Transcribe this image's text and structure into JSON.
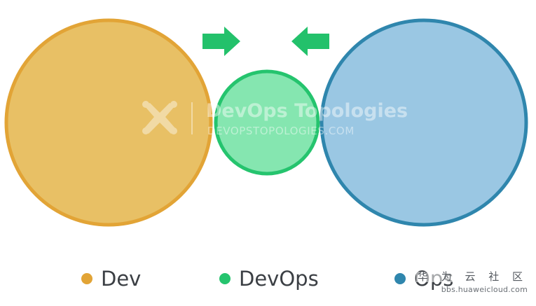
{
  "circles": [
    {
      "id": "dev",
      "fill": "#e8c065",
      "stroke": "#e2a436"
    },
    {
      "id": "devops",
      "fill": "#85e6b0",
      "stroke": "#25c46e"
    },
    {
      "id": "ops",
      "fill": "#9ac7e3",
      "stroke": "#2f86ad"
    }
  ],
  "arrows": {
    "color": "#23c16b",
    "left_direction": "right",
    "right_direction": "left"
  },
  "watermark": {
    "logo_icon": "x-cross-logo-icon",
    "title": "DevOps Topologies",
    "url": "DEVOPSTOPOLOGIES.COM",
    "color": "#ffffff"
  },
  "legend": [
    {
      "label": "Dev",
      "color": "#e2a436"
    },
    {
      "label": "DevOps",
      "color": "#25c46e"
    },
    {
      "label": "Ops",
      "color": "#2f86ad"
    }
  ],
  "site_watermark": {
    "text": "华 为 云 社 区",
    "url": "bbs.huaweicloud.com"
  }
}
